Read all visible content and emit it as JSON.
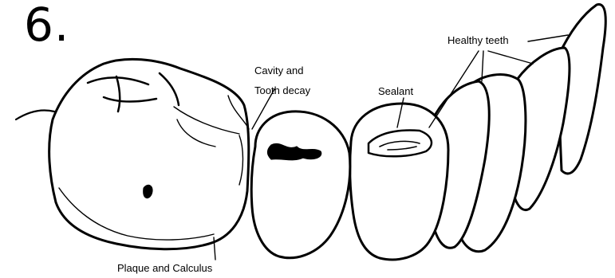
{
  "figure_number": "6.",
  "labels": {
    "cavity_line1": "Cavity and",
    "cavity_line2": "Tooth decay",
    "sealant": "Sealant",
    "healthy": "Healthy teeth",
    "plaque": "Plaque and Calculus"
  },
  "colors": {
    "ink": "#000000",
    "paper": "#ffffff"
  }
}
